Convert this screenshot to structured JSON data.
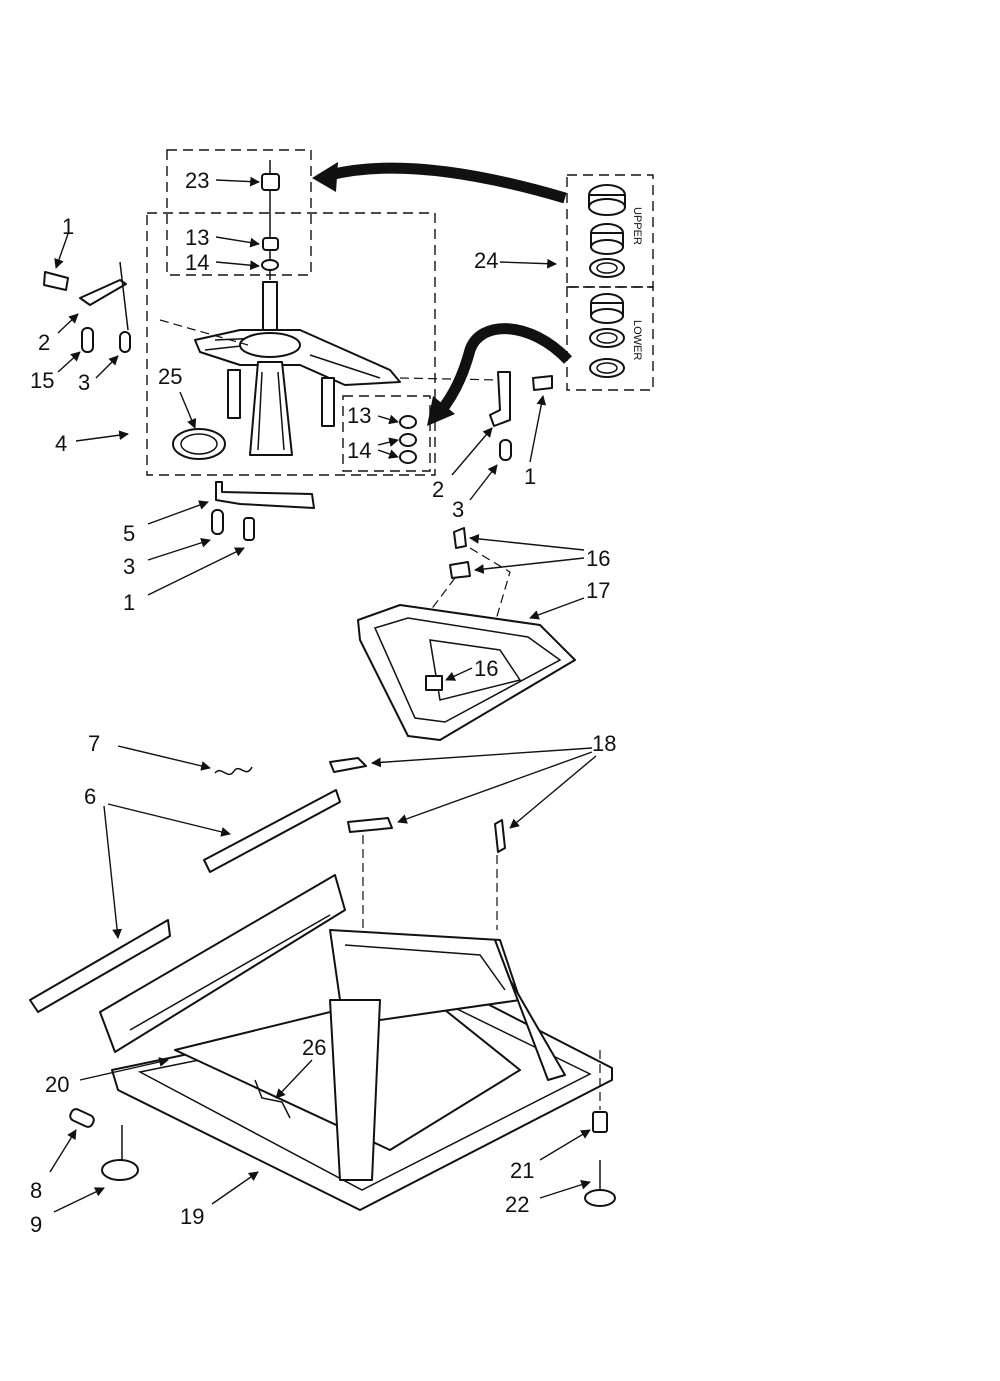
{
  "callouts": {
    "c1a": "1",
    "c1b": "1",
    "c1c": "1",
    "c2a": "2",
    "c2b": "2",
    "c3a": "3",
    "c3b": "3",
    "c3c": "3",
    "c4": "4",
    "c5": "5",
    "c6": "6",
    "c7": "7",
    "c8": "8",
    "c9": "9",
    "c13a": "13",
    "c13b": "13",
    "c14a": "14",
    "c14b": "14",
    "c15": "15",
    "c16a": "16",
    "c16b": "16",
    "c17": "17",
    "c18": "18",
    "c19": "19",
    "c20": "20",
    "c21": "21",
    "c22": "22",
    "c23": "23",
    "c24": "24",
    "c25": "25",
    "c26": "26"
  },
  "bearing_kit": {
    "upper": "UPPER",
    "lower": "LOWER"
  }
}
